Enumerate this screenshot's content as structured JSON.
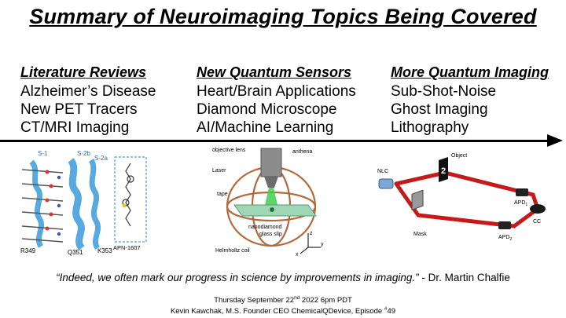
{
  "title": "Summary of Neuroimaging Topics Being Covered",
  "columns": [
    {
      "heading": "Literature Reviews",
      "items": [
        "Alzheimer’s Disease",
        "New PET Tracers",
        "CT/MRI Imaging"
      ]
    },
    {
      "heading": "New Quantum Sensors",
      "items": [
        "Heart/Brain Applications",
        "Diamond Microscope",
        "AI/Machine Learning"
      ]
    },
    {
      "heading": "More Quantum Imaging",
      "items": [
        "Sub-Shot-Noise",
        "Ghost Imaging",
        "Lithography"
      ]
    }
  ],
  "figure1": {
    "labels": {
      "s1": "S-1",
      "s2b": "S-2b",
      "s2a": "S-2a",
      "r349": "R349",
      "q351": "Q351",
      "k353": "K353",
      "compound": "APN-1607"
    }
  },
  "figure2": {
    "labels": {
      "objective_lens": "objective lens",
      "anthena": "anthena",
      "laser": "Laser",
      "tape": "tape",
      "nanodiamond": "nanodiamond",
      "glass_slip": "glass slip",
      "helmholtz": "Helmholtz coil",
      "axis_x": "x",
      "axis_y": "y",
      "axis_z": "z"
    }
  },
  "figure3": {
    "labels": {
      "nlc": "NLC",
      "object": "Object",
      "apd1": "APD",
      "apd1_sub": "1",
      "apd2": "APD",
      "apd2_sub": "2",
      "cc": "CC",
      "mask": "Mask",
      "object_glyph": "2"
    }
  },
  "quote": {
    "text": "“Indeed, we often mark our progress in science by improvements in imaging.”",
    "author": " - Dr. Martin Chalfie"
  },
  "footer": {
    "date_pre": "Thursday September 22",
    "date_sup": "nd",
    "date_post": " 2022 6pm PDT",
    "line2_pre": "Kevin Kawchak, M.S. Founder CEO ChemicalQDevice, Episode ",
    "line2_sup": "#",
    "line2_post": "49"
  }
}
